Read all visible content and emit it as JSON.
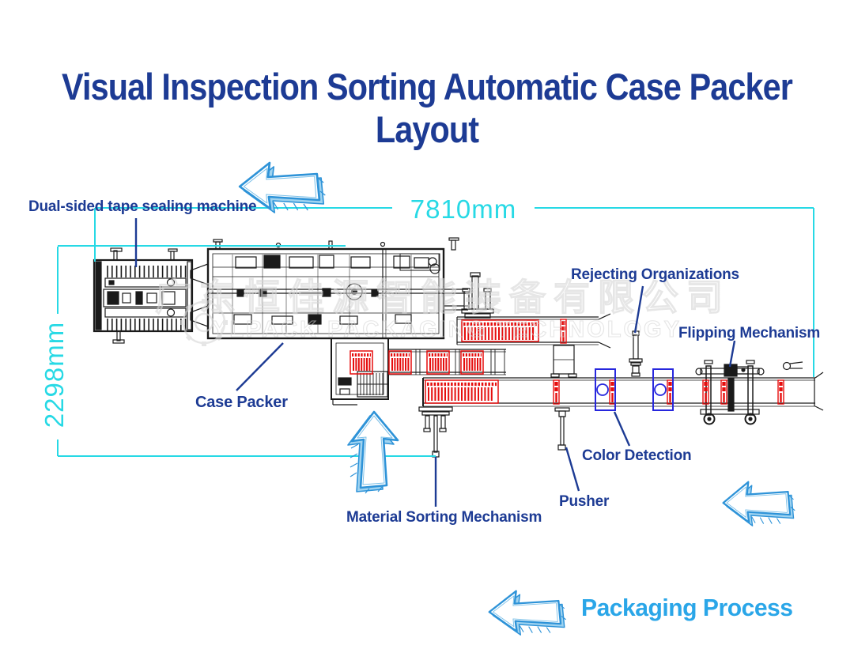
{
  "title": {
    "line1": "Visual Inspection Sorting Automatic Case Packer",
    "line2": "Layout"
  },
  "dimensions": {
    "width_label": "7810mm",
    "height_label": "2298mm"
  },
  "component_labels": {
    "tape_sealer": "Dual-sided tape sealing machine",
    "case_packer": "Case Packer",
    "rejecting": "Rejecting Organizations",
    "flipping": "Flipping Mechanism",
    "color_detection": "Color Detection",
    "pusher": "Pusher",
    "material_sorting": "Material Sorting Mechanism"
  },
  "flow": {
    "label": "Packaging Process"
  },
  "watermark": {
    "line_cn": "广东恒佳源智能装备有限公司",
    "line_en": "YLPACK PACKAGING TECHNOLOGY"
  },
  "colors": {
    "navy": "#1d3b94",
    "cyan": "#27d9e5",
    "process_blue": "#2aa6e8",
    "machine_red": "#e60d0d",
    "sensor_blue": "#2727dd",
    "line_art": "#1a1a1a"
  }
}
